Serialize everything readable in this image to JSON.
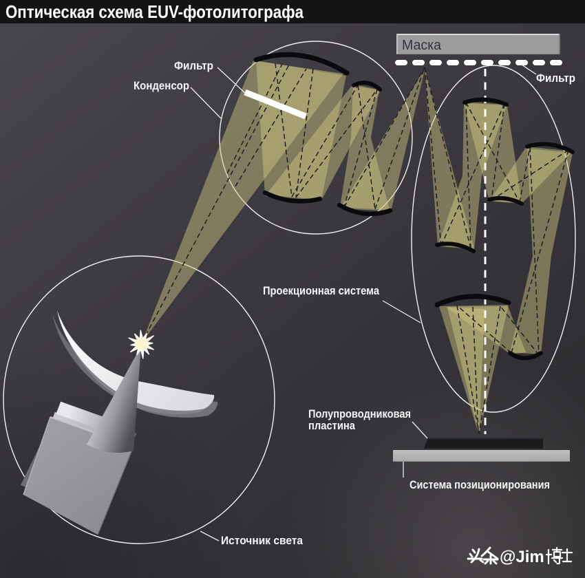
{
  "title": "Оптическая схема EUV-фотолитографа",
  "labels": {
    "mask": "Маска",
    "filter_condenser": "Фильтр",
    "filter_mask": "Фильтр",
    "condenser": "Конденсор",
    "projection_system": "Проекционная система",
    "wafer_line1": "Полупроводниковая",
    "wafer_line2": "пластина",
    "positioning_system": "Система позиционирования",
    "light_source": "Источник света"
  },
  "credit": {
    "text": "头条 @Jim博士",
    "latin_part": "@Jim"
  },
  "colors": {
    "title_bar": "#141315",
    "title_text": "#ffffff",
    "background_top": "#47444a",
    "background_bottom": "#2d2b2e",
    "beam": "#d2c882",
    "mirror": "#0b0b0d",
    "white_outline": "#efeef1",
    "label_text": "#f6f5f7",
    "mask_fill": "#9c9b9e",
    "mask_text": "#333237",
    "wafer": "#1b1a1d",
    "positioning_bar": "#bab9bc"
  }
}
